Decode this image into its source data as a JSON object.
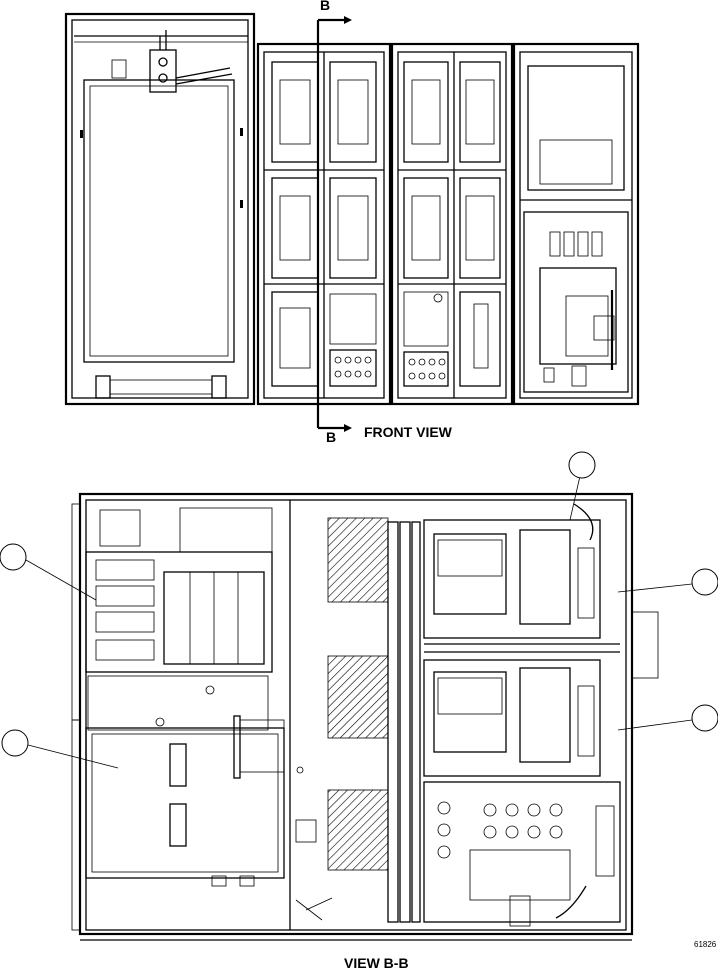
{
  "labels": {
    "front_view": "FRONT VIEW",
    "section_view": "VIEW B-B",
    "section_marker_top": "B",
    "section_marker_bottom": "B",
    "figure_number": "61826"
  },
  "callouts": [
    "",
    "",
    "",
    "",
    ""
  ]
}
